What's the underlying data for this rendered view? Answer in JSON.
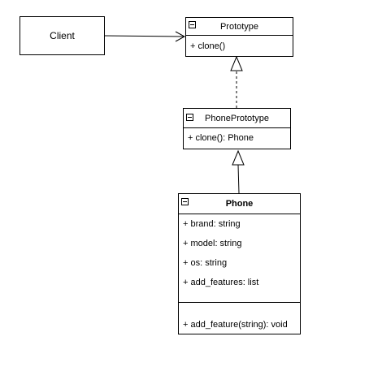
{
  "client": {
    "name": "Client"
  },
  "prototype": {
    "name": "Prototype",
    "operations": [
      "+ clone()"
    ]
  },
  "phone_prototype": {
    "name": "PhonePrototype",
    "operations": [
      "+ clone(): Phone"
    ]
  },
  "phone": {
    "name": "Phone",
    "attributes": [
      "+ brand: string",
      "+ model: string",
      "+ os: string",
      "+ add_features: list"
    ],
    "operations": [
      "+ add_feature(string): void"
    ]
  },
  "colors": {
    "line": "#000000",
    "background": "#ffffff"
  },
  "relations": [
    {
      "from": "client",
      "to": "prototype",
      "kind": "association"
    },
    {
      "from": "phone_prototype",
      "to": "prototype",
      "kind": "realization"
    },
    {
      "from": "phone",
      "to": "phone_prototype",
      "kind": "generalization"
    }
  ]
}
